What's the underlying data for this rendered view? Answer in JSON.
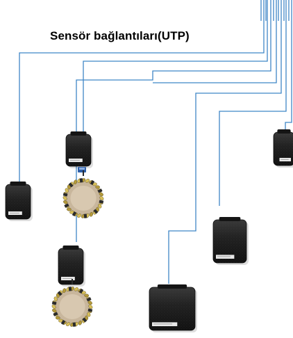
{
  "title": "Sensör bağlantıları(UTP)",
  "colors": {
    "wire": "#3f86c6",
    "background": "#ffffff",
    "device_body": "#1c1c1c",
    "device_label": "#e8e8e8",
    "coil_wire": "#b49a3a",
    "coil_tape": "#2b2b2b",
    "disc": "#c8b69c"
  },
  "icons": [
    "sensor-device",
    "rj45-connector",
    "sensor-coil"
  ]
}
